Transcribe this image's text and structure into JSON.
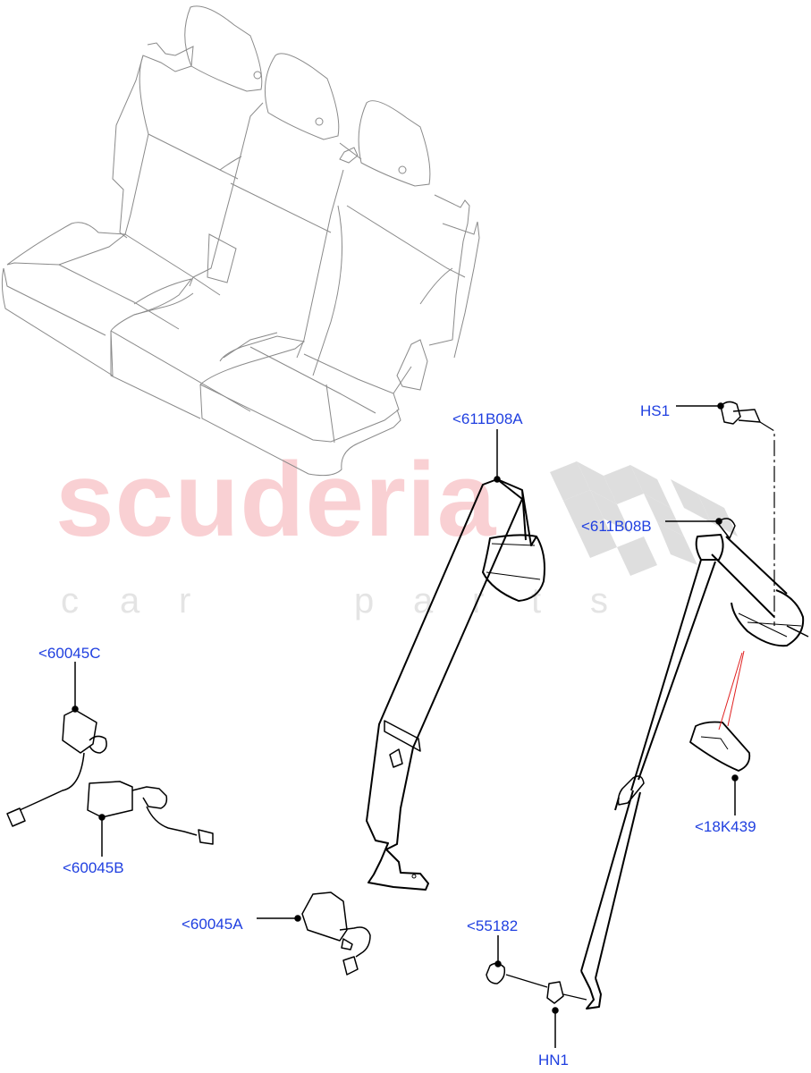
{
  "diagram": {
    "subject": "Rear seat belts - second row",
    "label_color": "#1f3fe0",
    "line_color": "#000000",
    "seat_line_color": "#8a8a8a"
  },
  "watermark": {
    "main": "scuderia",
    "sub_letters": [
      "c",
      "a",
      "r",
      "p",
      "a",
      "r",
      "t",
      "s"
    ],
    "main_color": "#f9c8cc",
    "sub_color": "#e4e4e4",
    "flag_color": "#dcdcdc"
  },
  "callouts": {
    "belt_611B08A": "<611B08A",
    "bolt_HS1": "HS1",
    "belt_611B08B": "<611B08B",
    "buckle_60045C": "<60045C",
    "buckle_60045B": "<60045B",
    "buckle_60045A": "<60045A",
    "cover_18K439": "<18K439",
    "cap_55182": "<55182",
    "nut_HN1": "HN1"
  }
}
